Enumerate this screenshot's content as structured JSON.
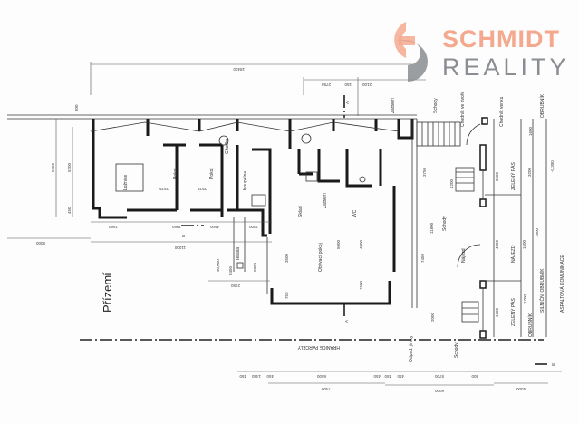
{
  "logo": {
    "line1": "SCHMIDT",
    "line2": "REALITY",
    "color_primary": "#f4a98f",
    "color_secondary": "#8a8d91"
  },
  "plan": {
    "floor_title": "Přízemí",
    "boundary_label": "HRANICE PARCELY",
    "rooms": {
      "loznice": "Ložnice",
      "pokoj1": "Pokoj",
      "pokoj2": "Pokoj",
      "chodba": "Chodba",
      "koupelna": "Koupelna",
      "terasa": "Terasa",
      "obyvaci": "Obývací pokoj",
      "sklad": "Sklad",
      "wc": "WC",
      "zadveri": "Zádveří",
      "zadveri2": "Zádveří",
      "schody1": "Schody",
      "schody2": "Schody",
      "schody3": "Schody",
      "chodnik_dvur": "Chodník ve dvoře",
      "chodnik_venku": "Chodník venku",
      "najezd": "Nájezd",
      "odpad": "Odpad. jímky"
    },
    "street": {
      "zeleny1": "ZELENÝ PÁS",
      "zeleny2": "ZELENÝ PÁS",
      "najezd": "NÁJEZD",
      "chodnik": "SILNIČNÍ OBRUBNÍK",
      "obrubnik1": "OBRUBNÍK",
      "obrubnik2": "OBRUBNÍK",
      "asfalt": "ASFALTOVÁ KOMUNIKACE"
    },
    "section_marks": {
      "a_top": "A",
      "a_bottom": "A",
      "b_left": "B",
      "b_right": "B"
    },
    "dims": {
      "top_total": "18400",
      "top_a": "2750",
      "top_b": "150",
      "top_c": "2100",
      "top_d": "300",
      "left_a": "5950",
      "left_b": "5200",
      "left_c": "450",
      "h_5000": "5000",
      "h_11000": "11000",
      "h_1560": "1560",
      "h_1960": "1960",
      "h_4500": "4500",
      "h_1000": "1000",
      "h_2575a": "2575",
      "h_2575b": "2575",
      "h_2750": "2750",
      "v_3500": "3500",
      "v_5000": "5000",
      "v_4000": "4000",
      "v_1500": "1500",
      "v_750": "750",
      "v_3450": "3450",
      "v_5850": "5850",
      "v_7450": "7450",
      "v_11800": "11800",
      "v_2000": "2000",
      "v_3750": "3750",
      "v_3600": "3600",
      "v_3200": "3200",
      "v_1600": "1600",
      "v_1200": "1200",
      "v_1700a": "1700",
      "v_1700b": "1700",
      "v_4300": "4300",
      "v_1800": "1800",
      "v_1500b": "1500",
      "b_450a": "450",
      "b_450b": "450",
      "b_1450": "1450",
      "b_450c": "450",
      "b_6500": "6500",
      "b_450d": "450",
      "b_450e": "450",
      "b_5700": "5700",
      "b_300": "300",
      "b_7400": "7400",
      "b_6000": "6000",
      "b_4000": "4000",
      "level_a": "±0,000",
      "level_b": "-0,300"
    }
  }
}
